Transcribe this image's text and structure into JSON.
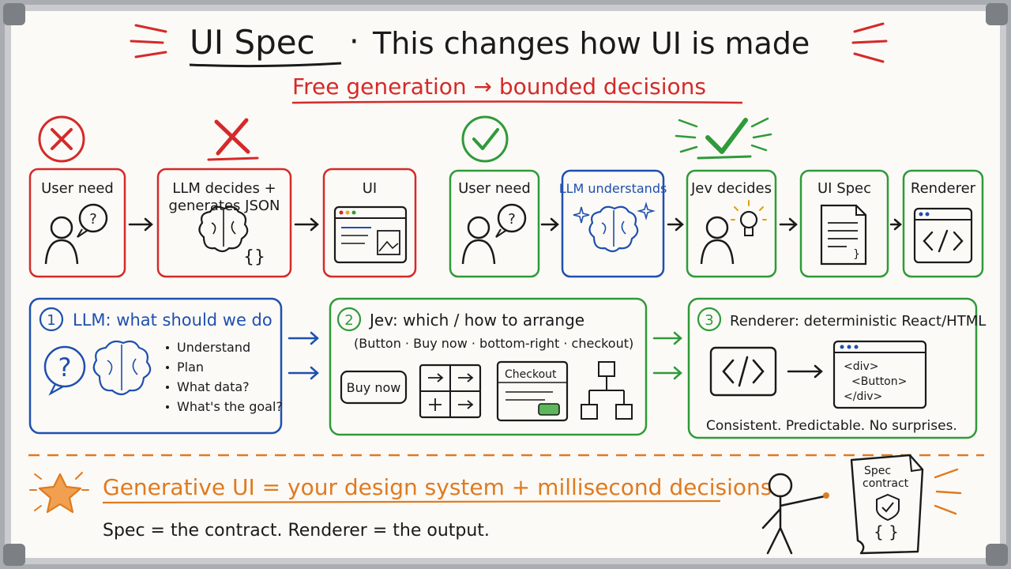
{
  "title": {
    "main": "UI Spec",
    "separator": "·",
    "rest": "This changes how UI is made",
    "subtitle": "Free generation → bounded decisions"
  },
  "wrong_flow": {
    "user_need": "User need",
    "llm_generates_line1": "LLM decides +",
    "llm_generates_line2": "generates JSON",
    "ui": "UI"
  },
  "right_flow": {
    "user_need": "User need",
    "llm_understands": "LLM understands",
    "jev_decides": "Jev decides",
    "ui_spec": "UI Spec",
    "renderer": "Renderer"
  },
  "panel1": {
    "number": "1",
    "title": "LLM: what should we do",
    "bullets": [
      "Understand",
      "Plan",
      "What data?",
      "What's the goal?"
    ]
  },
  "panel2": {
    "number": "2",
    "title": "Jev: which / how to arrange",
    "subtitle": "(Button · Buy now · bottom-right · checkout)",
    "buy_now": "Buy now",
    "checkout": "Checkout"
  },
  "panel3": {
    "number": "3",
    "title": "Renderer: deterministic React/HTML",
    "code": [
      "<div>",
      "<Button>",
      "</div>"
    ],
    "footer": "Consistent. Predictable. No surprises."
  },
  "bottom": {
    "headline": "Generative UI = your design system + millisecond decisions",
    "tagline": "Spec = the contract. Renderer = the output.",
    "doc_line1": "Spec",
    "doc_line2": "contract",
    "doc_braces": "{ }"
  },
  "colors": {
    "red": "#d42a2a",
    "green": "#2f9a3a",
    "blue": "#1f4fb0",
    "orange": "#e07a1f",
    "ink": "#1a1a1a",
    "board": "#fbfaf6"
  }
}
